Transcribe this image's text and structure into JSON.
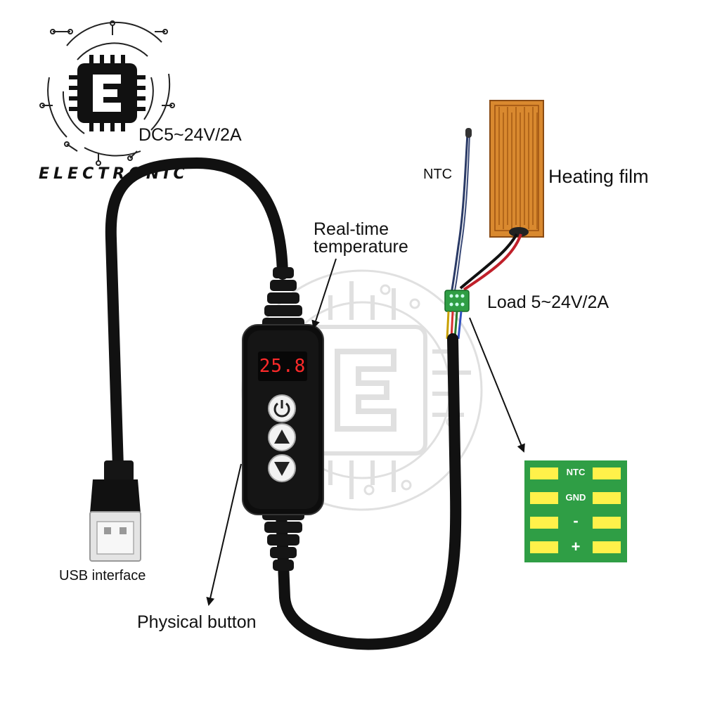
{
  "brand": {
    "logo_letter": "E",
    "wordmark": "ELECTRONIC"
  },
  "labels": {
    "power_spec": "DC5~24V/2A",
    "ntc": "NTC",
    "heating_film": "Heating film",
    "realtime_line1": "Real-time",
    "realtime_line2": "temperature",
    "load_spec": "Load 5~24V/2A",
    "usb_interface": "USB interface",
    "physical_button": "Physical button"
  },
  "controller": {
    "display_value": "25.8",
    "buttons": [
      "power-icon",
      "up-arrow-icon",
      "down-arrow-icon"
    ]
  },
  "pcb_pads": {
    "rows": [
      "NTC",
      "GND",
      "-",
      "+"
    ]
  },
  "colors": {
    "pcb_green": "#2f9e45",
    "pad_yellow": "#fff14a",
    "display_red": "#ff2a2a",
    "heating_film": "#d9892f",
    "cable_black": "#111111"
  }
}
